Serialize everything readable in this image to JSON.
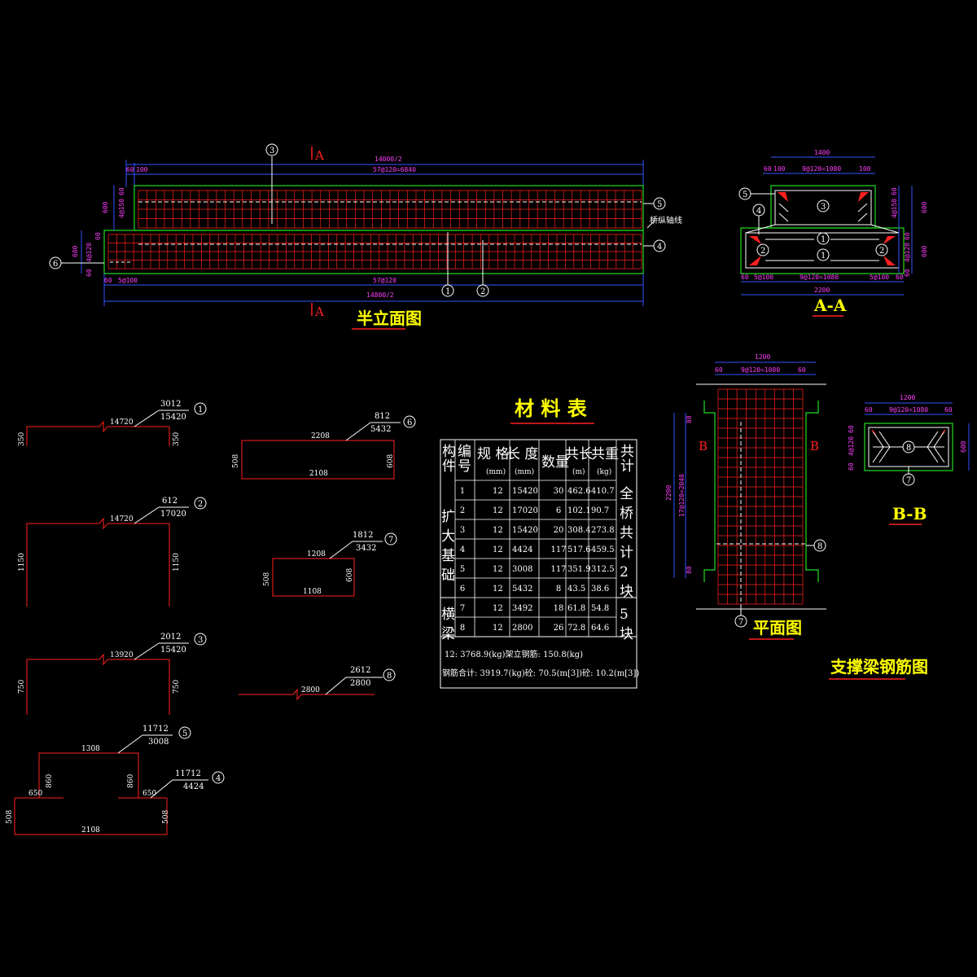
{
  "drawing_title": "支撑梁钢筋图",
  "views": {
    "half_elevation": {
      "title": "半立面图",
      "dim_total_top": "14000/2",
      "dim_spacing_top": "57@120=6840",
      "dim_left_top": "60",
      "dim_left_top2": "100",
      "dim_spacing_bottom": "57@120",
      "dim_bottom_left": "60",
      "dim_bottom_left2": "5@100",
      "dim_total_bottom": "14800/2",
      "dim_vert_upper": "600",
      "dim_vert_upper_sp": "4@150",
      "dim_vert_upper_end": "60",
      "dim_vert_lower": "600",
      "dim_vert_lower_sp": "4@120",
      "dim_vert_lower_a": "60",
      "dim_vert_lower_b": "60",
      "section_mark": "A",
      "axis_label": "桥纵轴线"
    },
    "section_aa": {
      "title": "A-A",
      "dim_top": "1400",
      "dim_top_a": "60",
      "dim_top_b": "100",
      "dim_top_sp": "9@120=1080",
      "dim_top_c": "100",
      "dim_bottom_a": "60",
      "dim_bottom_b": "5@100",
      "dim_bottom_sp": "9@120=1080",
      "dim_bottom_c": "5@100",
      "dim_bottom_d": "60",
      "dim_total_bottom": "2200",
      "dim_right_upper": "600",
      "dim_right_lower": "600",
      "dim_right_upper_sp": "4@150",
      "dim_right_lower_sp": "4@120",
      "dim_right_60a": "60",
      "dim_right_60b": "60",
      "dim_right_60c": "60"
    },
    "plan": {
      "title": "平面图",
      "dim_top": "1200",
      "dim_top_a": "60",
      "dim_top_sp": "9@120=1080",
      "dim_top_b": "60",
      "dim_left": "2200",
      "dim_left_sp": "17@120=2040",
      "dim_left_a": "80",
      "dim_left_b": "80",
      "section_mark": "B"
    },
    "section_bb": {
      "title": "B-B",
      "dim_top": "1200",
      "dim_top_a": "60",
      "dim_top_sp": "9@120=1080",
      "dim_top_b": "60",
      "dim_right": "600",
      "dim_left_a": "60",
      "dim_left_sp": "4@120",
      "dim_left_b": "60"
    }
  },
  "callouts": [
    "1",
    "2",
    "3",
    "4",
    "5",
    "6",
    "7",
    "8"
  ],
  "bars": [
    {
      "id": "1",
      "n1": "3012",
      "n2": "15420",
      "len": "14720",
      "h1": "350",
      "h2": "350"
    },
    {
      "id": "2",
      "n1": "612",
      "n2": "17020",
      "len": "14720",
      "h1": "1150",
      "h2": "1150"
    },
    {
      "id": "3",
      "n1": "2012",
      "n2": "15420",
      "len": "13920",
      "h1": "750",
      "h2": "750"
    },
    {
      "id": "5",
      "n1": "11712",
      "n2": "3008",
      "top": "1308",
      "h1": "860",
      "h2": "860",
      "leg1": "650",
      "leg2": "650",
      "h3": "508",
      "h4": "508",
      "bottom": "2108"
    },
    {
      "id": "4",
      "n1": "11712",
      "n2": "4424"
    },
    {
      "id": "6",
      "n1": "812",
      "n2": "5432",
      "top": "2208",
      "bottom": "2108",
      "h1": "508",
      "h2": "608"
    },
    {
      "id": "7",
      "n1": "1812",
      "n2": "3432",
      "top": "1208",
      "bottom": "1108",
      "h1": "508",
      "h2": "608"
    },
    {
      "id": "8",
      "n1": "2612",
      "n2": "2800",
      "len": "2800"
    }
  ],
  "table": {
    "title": "材 料 表",
    "headers": {
      "part_a": "构",
      "part_b": "件",
      "no_a": "编",
      "no_b": "号",
      "spec": "规 格",
      "spec_u": "(mm)",
      "len": "长 度",
      "len_u": "(mm)",
      "qty": "数量",
      "tlen": "共长",
      "tlen_u": "(m)",
      "wt": "共重",
      "wt_u": "(kg)",
      "tot_a": "共",
      "tot_b": "计"
    },
    "group1": "扩大基础",
    "group2": "横梁",
    "note1": "全桥共计2块",
    "note2": "5块",
    "rows": [
      [
        "1",
        "12",
        "15420",
        "30",
        "462.6",
        "410.7"
      ],
      [
        "2",
        "12",
        "17020",
        "6",
        "102.1",
        "90.7"
      ],
      [
        "3",
        "12",
        "15420",
        "20",
        "308.4",
        "273.8"
      ],
      [
        "4",
        "12",
        "4424",
        "117",
        "517.6",
        "459.5"
      ],
      [
        "5",
        "12",
        "3008",
        "117",
        "351.9",
        "312.5"
      ],
      [
        "6",
        "12",
        "5432",
        "8",
        "43.5",
        "38.6"
      ],
      [
        "7",
        "12",
        "3492",
        "18",
        "61.8",
        "54.8"
      ],
      [
        "8",
        "12",
        "2800",
        "26",
        "72.8",
        "64.6"
      ]
    ],
    "foot1": "12: 3768.9(kg)架立钢筋: 150.8(kg)",
    "foot2": "钢筋合计: 3919.7(kg)砼: 70.5(m[3])砼: 10.2(m[3])"
  }
}
